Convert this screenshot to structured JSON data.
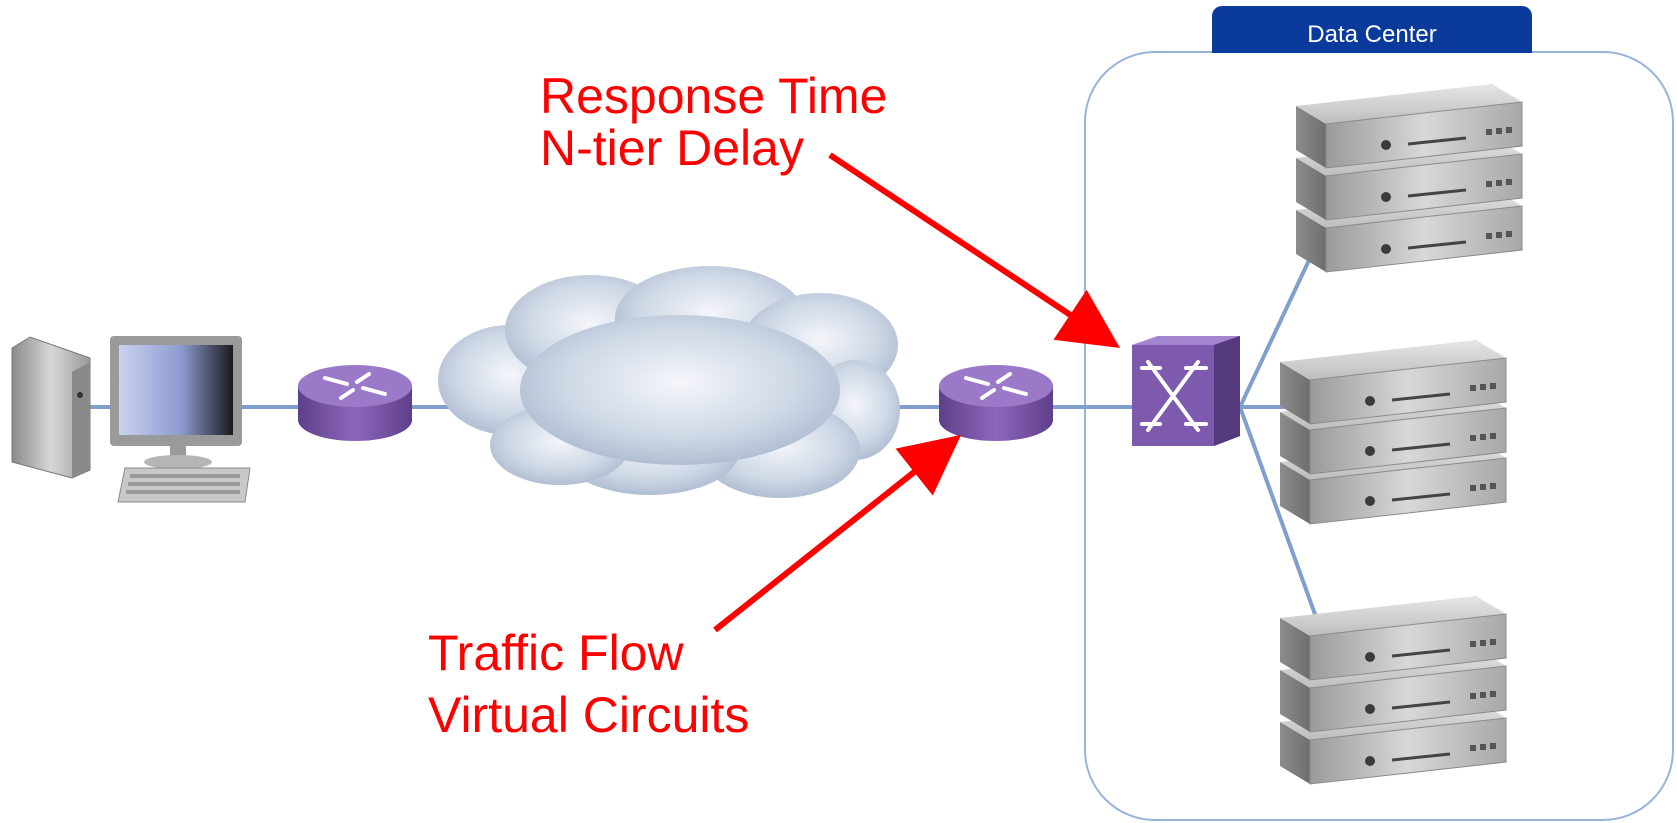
{
  "data_center": {
    "label": "Data Center"
  },
  "callouts": {
    "response": {
      "line1": "Response Time",
      "line2": "N-tier Delay"
    },
    "traffic": {
      "line1": "Traffic Flow",
      "line2": "Virtual Circuits"
    }
  },
  "colors": {
    "link": "#7f9fcc",
    "arrow": "#ff0000",
    "device": "#7b58a8",
    "dc_border": "#9ab4d8",
    "dc_tab": "#0a3a9c"
  },
  "icons": [
    "workstation-icon",
    "router-icon",
    "cloud-icon",
    "switch-icon",
    "server-icon"
  ]
}
